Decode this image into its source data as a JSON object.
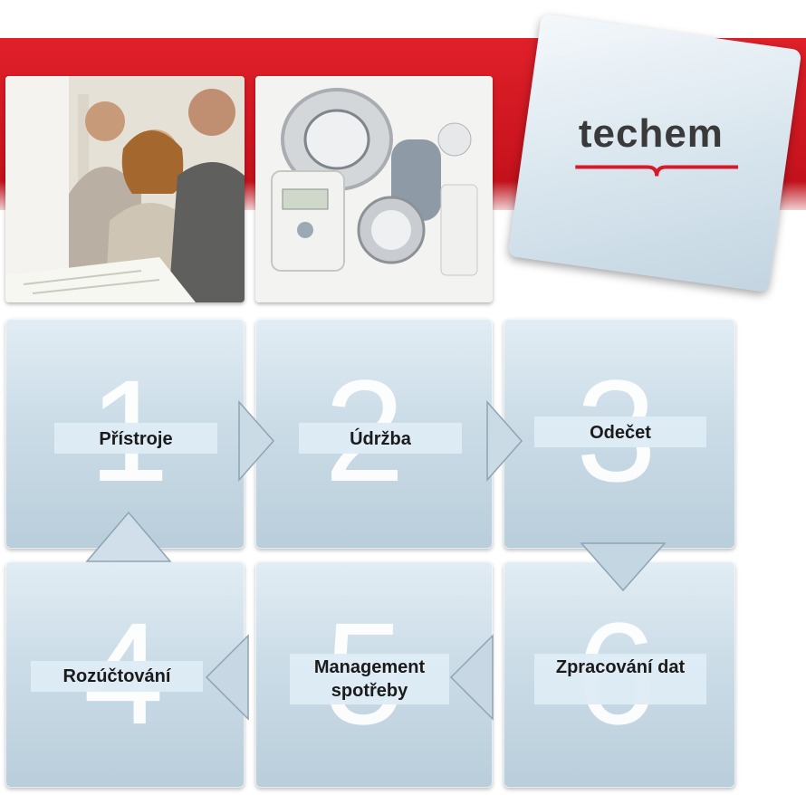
{
  "brand": {
    "logo_text": "techem",
    "accent": "#d7192a"
  },
  "steps": [
    {
      "number": "1",
      "label": "Přístroje"
    },
    {
      "number": "2",
      "label": "Údržba"
    },
    {
      "number": "3",
      "label": "Odečet"
    },
    {
      "number": "4",
      "label": "Rozúčtování"
    },
    {
      "number": "5",
      "label": "Management spotřeby"
    },
    {
      "number": "6",
      "label": "Zpracování dat"
    }
  ]
}
